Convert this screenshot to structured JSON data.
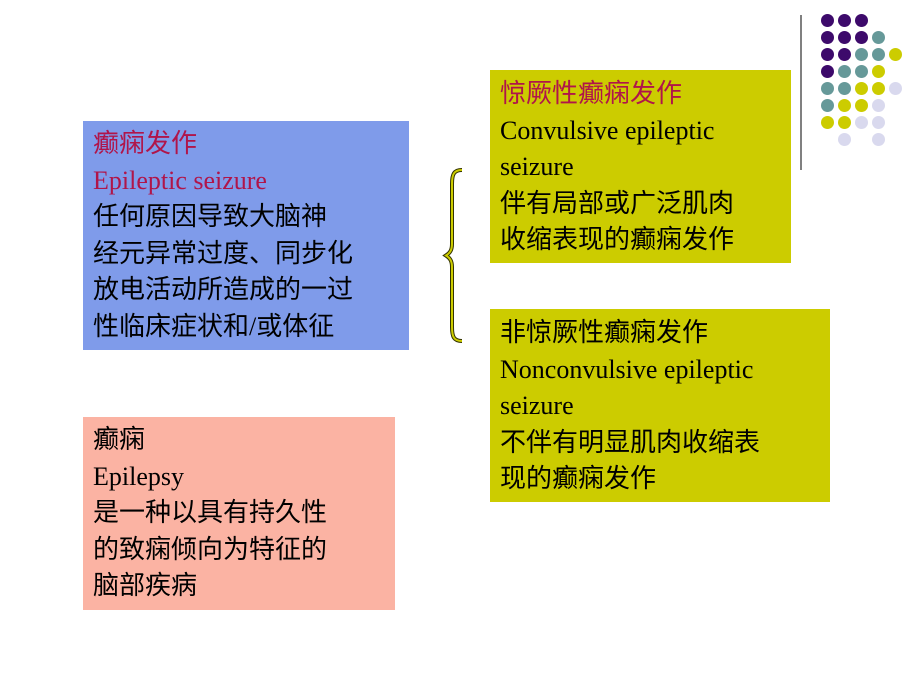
{
  "slide": {
    "boxes": {
      "seizure": {
        "title_cn": "癫痫发作",
        "title_en": "Epileptic seizure",
        "definition_lines": [
          "任何原因导致大脑神",
          "经元异常过度、同步化",
          "放电活动所造成的一过",
          "性临床症状和/或体征"
        ],
        "bg_color": "#7f9bea"
      },
      "epilepsy": {
        "title_cn": "癫痫",
        "title_en": "Epilepsy",
        "definition_lines": [
          "是一种以具有持久性",
          "的致痫倾向为特征的",
          "脑部疾病"
        ],
        "bg_color": "#fbb3a3"
      },
      "convulsive": {
        "title_cn": "惊厥性癫痫发作",
        "title_en_lines": [
          "Convulsive epileptic",
          "seizure"
        ],
        "definition_lines": [
          "伴有局部或广泛肌肉",
          "收缩表现的癫痫发作"
        ],
        "bg_color": "#cccc00"
      },
      "nonconvulsive": {
        "title_cn": "非惊厥性癫痫发作",
        "title_en_lines": [
          "Nonconvulsive epileptic",
          "seizure"
        ],
        "definition_lines": [
          "不伴有明显肌肉收缩表",
          "现的癫痫发作"
        ],
        "bg_color": "#cccc00"
      }
    },
    "accent_colors": {
      "title_red": "#b0154a",
      "dot_purple": "#3d0a6b",
      "dot_teal": "#669999",
      "dot_olive": "#cccc00",
      "dot_lavender": "#d9d9ee"
    }
  }
}
